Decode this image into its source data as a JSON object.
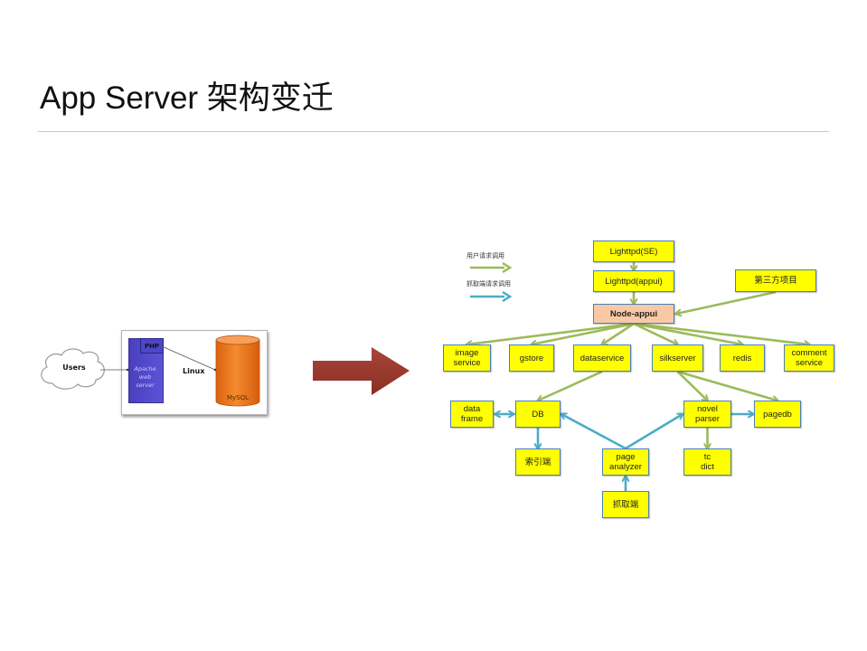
{
  "slide": {
    "title": "App Server 架构变迁"
  },
  "old_architecture": {
    "users_label": "Users",
    "apache_label": "Apache\nweb\nserver",
    "php_label": "PHP",
    "os_label": "Linux",
    "db_label": "MySQL"
  },
  "transition_arrow": {
    "icon": "right-arrow-icon",
    "color": "#9b3a2e"
  },
  "legend": {
    "items": [
      {
        "label": "用户请求调用",
        "color": "#9bbb59"
      },
      {
        "label": "抓取端请求调用",
        "color": "#4bacc6"
      }
    ]
  },
  "new_architecture": {
    "colors": {
      "node_fill": "#ffff00",
      "node_border": "#4a7fb8",
      "core_fill": "#f9c9a6",
      "user_edge": "#9bbb59",
      "crawler_edge": "#4bacc6"
    },
    "nodes": {
      "lighttpd_se": "Lighttpd(SE)",
      "lighttpd_appui": "Lighttpd(appui)",
      "third_party": "第三方项目",
      "node_appui": "Node-appui",
      "image_service": "image\nservice",
      "gstore": "gstore",
      "dataservice": "dataservice",
      "silkserver": "silkserver",
      "redis": "redis",
      "comment_service": "comment\nservice",
      "data_frame": "data\nframe",
      "db": "DB",
      "novel_parser": "novel\nparser",
      "pagedb": "pagedb",
      "index_end": "索引端",
      "page_analyzer": "page\nanalyzer",
      "tc_dict": "tc\ndict",
      "crawler": "抓取端"
    },
    "edges": [
      {
        "from": "lighttpd_se",
        "to": "lighttpd_appui",
        "type": "user"
      },
      {
        "from": "lighttpd_appui",
        "to": "node_appui",
        "type": "user"
      },
      {
        "from": "third_party",
        "to": "node_appui",
        "type": "user"
      },
      {
        "from": "node_appui",
        "to": "image_service",
        "type": "user"
      },
      {
        "from": "node_appui",
        "to": "gstore",
        "type": "user"
      },
      {
        "from": "node_appui",
        "to": "dataservice",
        "type": "user"
      },
      {
        "from": "node_appui",
        "to": "silkserver",
        "type": "user"
      },
      {
        "from": "node_appui",
        "to": "redis",
        "type": "user"
      },
      {
        "from": "node_appui",
        "to": "comment_service",
        "type": "user"
      },
      {
        "from": "dataservice",
        "to": "db",
        "type": "user"
      },
      {
        "from": "silkserver",
        "to": "novel_parser",
        "type": "user"
      },
      {
        "from": "silkserver",
        "to": "pagedb",
        "type": "user"
      },
      {
        "from": "novel_parser",
        "to": "tc_dict",
        "type": "user"
      },
      {
        "from": "data_frame",
        "to": "db",
        "type": "crawler",
        "bidirectional": true
      },
      {
        "from": "db",
        "to": "index_end",
        "type": "crawler"
      },
      {
        "from": "page_analyzer",
        "to": "db",
        "type": "crawler"
      },
      {
        "from": "page_analyzer",
        "to": "novel_parser",
        "type": "crawler"
      },
      {
        "from": "novel_parser",
        "to": "pagedb",
        "type": "crawler"
      },
      {
        "from": "crawler",
        "to": "page_analyzer",
        "type": "crawler"
      }
    ]
  }
}
